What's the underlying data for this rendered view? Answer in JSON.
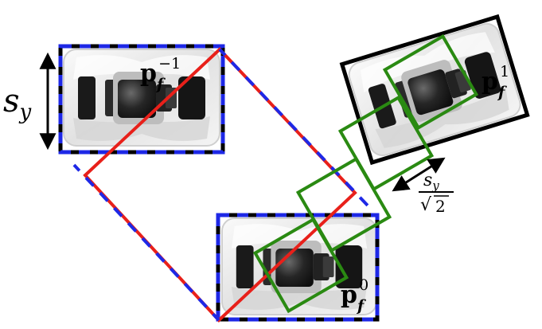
{
  "labels": {
    "sy": {
      "base": "s",
      "sub": "y"
    },
    "frac": {
      "num_base": "s",
      "num_sub": "y",
      "den": "2",
      "root": "√"
    },
    "pose_prev": {
      "base": "p",
      "sub": "f",
      "sup": "−1"
    },
    "pose_curr": {
      "base": "p",
      "sub": "f",
      "sup": "0"
    },
    "pose_next": {
      "base": "p",
      "sub": "f",
      "sup": "1"
    }
  },
  "colors": {
    "frame": "#000000",
    "blue_dash": "#1e28e6",
    "red": "#e8201a",
    "green": "#2a8a12",
    "drone_body": "#e6e6e6",
    "drone_dark": "#1c1c1c"
  }
}
